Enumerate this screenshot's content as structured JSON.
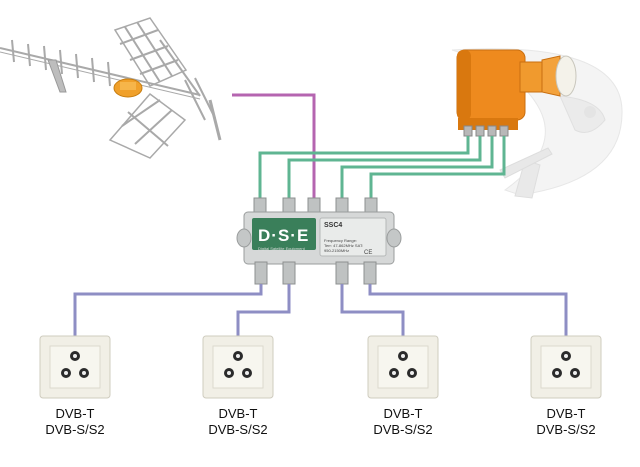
{
  "colors": {
    "terrestrial_line": "#b565b0",
    "satellite_line": "#5fb592",
    "antenna_metal": "#a9a9a9",
    "lnb_orange": "#ee8a1e",
    "dish_grey": "#e9e9e9",
    "switch_grey": "#d6d8d8",
    "switch_panel_green": "#3a7f5a",
    "outlet_face": "#f1efe6"
  },
  "components": {
    "terrestrial_antenna": {
      "icon": "yagi-antenna-icon"
    },
    "satellite_dish": {
      "icon": "satellite-dish-lnb-icon"
    },
    "multiswitch": {
      "icon": "multiswitch-icon",
      "brand": "D·S·E",
      "model": "SSC4",
      "subtitle": "Digital Satellite Equipment",
      "spec": "Frequency Range: Terr: 47-862MHz SAT: 950-2150MHz",
      "mark": "CE"
    }
  },
  "outlets": [
    {
      "line1": "DVB-T",
      "line2": "DVB-S/S2"
    },
    {
      "line1": "DVB-T",
      "line2": "DVB-S/S2"
    },
    {
      "line1": "DVB-T",
      "line2": "DVB-S/S2"
    },
    {
      "line1": "DVB-T",
      "line2": "DVB-S/S2"
    }
  ]
}
